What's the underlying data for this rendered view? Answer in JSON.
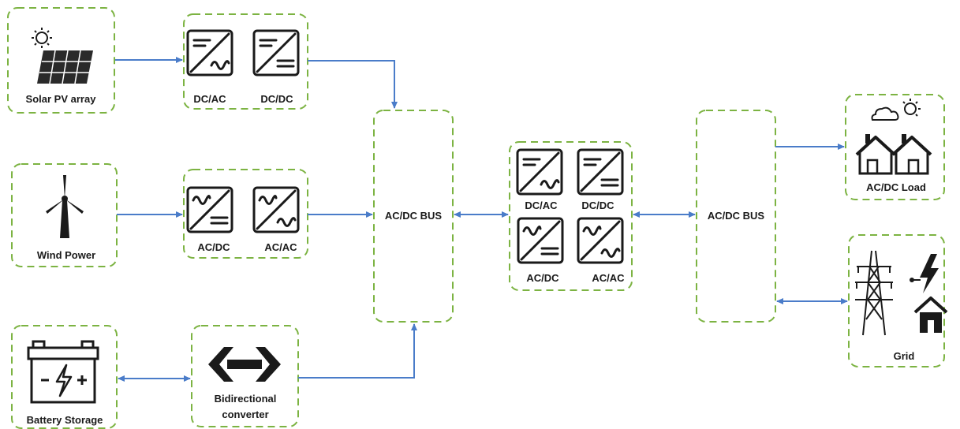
{
  "nodes": {
    "solar": {
      "label": "Solar PV array"
    },
    "solar_conv": {
      "labels": [
        "DC/AC",
        "DC/DC"
      ]
    },
    "wind": {
      "label": "Wind Power"
    },
    "wind_conv": {
      "labels": [
        "AC/DC",
        "AC/AC"
      ]
    },
    "battery": {
      "label": "Battery Storage"
    },
    "bidir": {
      "label_line1": "Bidirectional",
      "label_line2": "converter"
    },
    "bus_left": {
      "label": "AC/DC BUS"
    },
    "center_conv": {
      "labels": [
        "DC/AC",
        "DC/DC",
        "AC/DC",
        "AC/AC"
      ]
    },
    "bus_right": {
      "label": "AC/DC BUS"
    },
    "load": {
      "label": "AC/DC Load"
    },
    "grid": {
      "label": "Grid"
    }
  },
  "colors": {
    "box_border": "#7cb342",
    "arrow": "#4a7cc9",
    "ink": "#1a1a1a"
  },
  "icons": [
    "sun-icon",
    "solar-panel-icon",
    "wind-turbine-icon",
    "battery-icon",
    "bidirectional-arrows-icon",
    "cloud-sun-icon",
    "houses-icon",
    "transmission-tower-icon",
    "lightning-icon",
    "home-icon"
  ]
}
